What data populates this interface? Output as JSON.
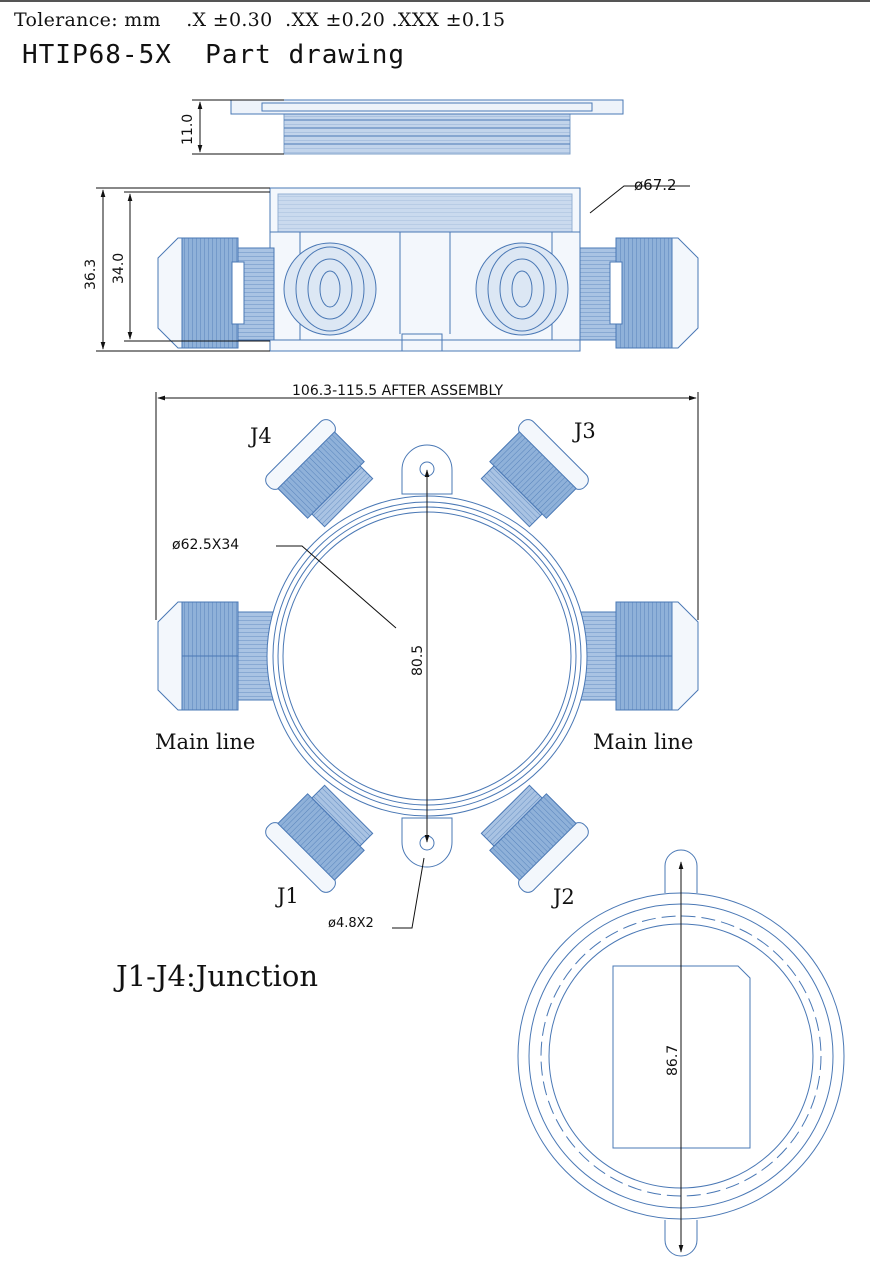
{
  "header": {
    "tolerance": "Tolerance: mm    .X ±0.30  .XX ±0.20 .XXX ±0.15",
    "title": "HTIP68-5X  Part drawing"
  },
  "dimensions": {
    "cap_height": "11.0",
    "outer_height": "36.3",
    "body_height": "34.0",
    "thread_diameter": "ø67.2",
    "overall_span": "106.3-115.5 AFTER ASSEMBLY",
    "body_diameter": "ø62.5X34",
    "hole_spacing": "80.5",
    "hole_diameter": "ø4.8X2",
    "lid_length": "86.7"
  },
  "labels": {
    "j1": "J1",
    "j2": "J2",
    "j3": "J3",
    "j4": "J4",
    "main_line_left": "Main line",
    "main_line_right": "Main line",
    "legend": "J1-J4:Junction"
  },
  "colors": {
    "line": "#4a78b5",
    "fill": "#8fb1d9",
    "dim_line": "#111111"
  }
}
